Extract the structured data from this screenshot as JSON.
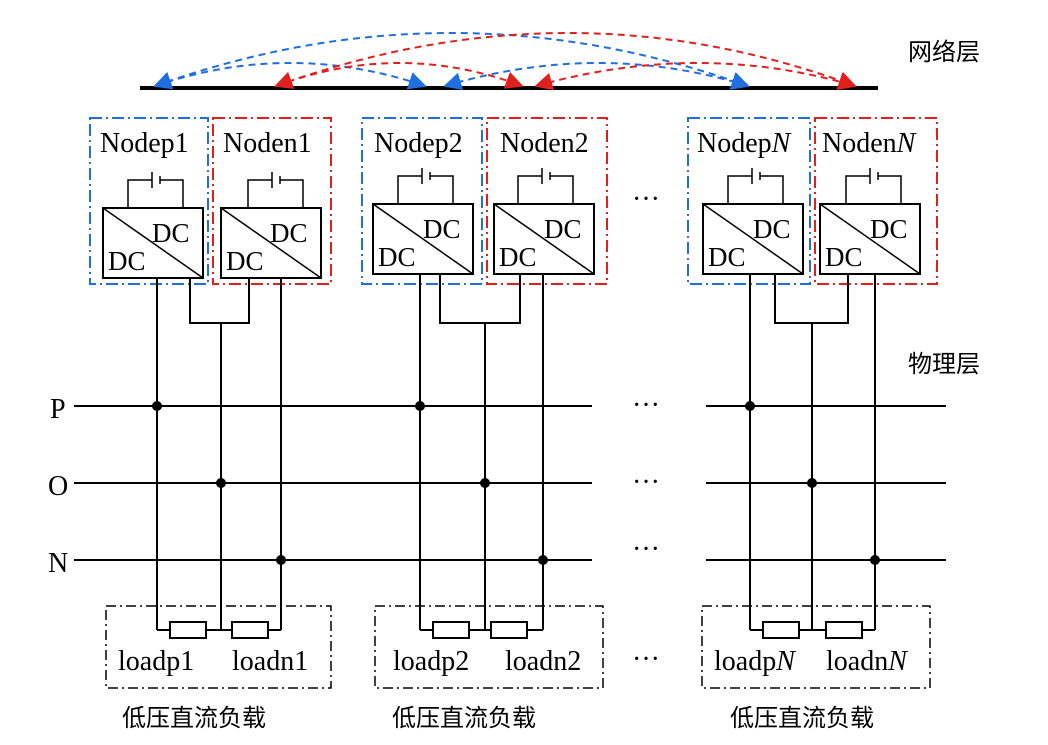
{
  "layers": {
    "network": "网络层",
    "physical": "物理层"
  },
  "buses": [
    "P",
    "O",
    "N"
  ],
  "ellipsis": "···",
  "converter_text": "DC",
  "load_group_caption": "低压直流负载",
  "colors": {
    "blue": "#1f6fe0",
    "red": "#e0201c",
    "black": "#000000"
  },
  "groups": [
    {
      "nodep": "Nodep1",
      "noden": "Noden1",
      "loadp": "loadp1",
      "loadn": "loadn1",
      "nodep_italic": false
    },
    {
      "nodep": "Nodep2",
      "noden": "Noden2",
      "loadp": "loadp2",
      "loadn": "loadn2",
      "nodep_italic": false
    },
    {
      "nodep_base": "Nodep",
      "noden_base": "Noden",
      "idx": "N",
      "loadp_base": "loadp",
      "loadn_base": "loadn"
    }
  ]
}
